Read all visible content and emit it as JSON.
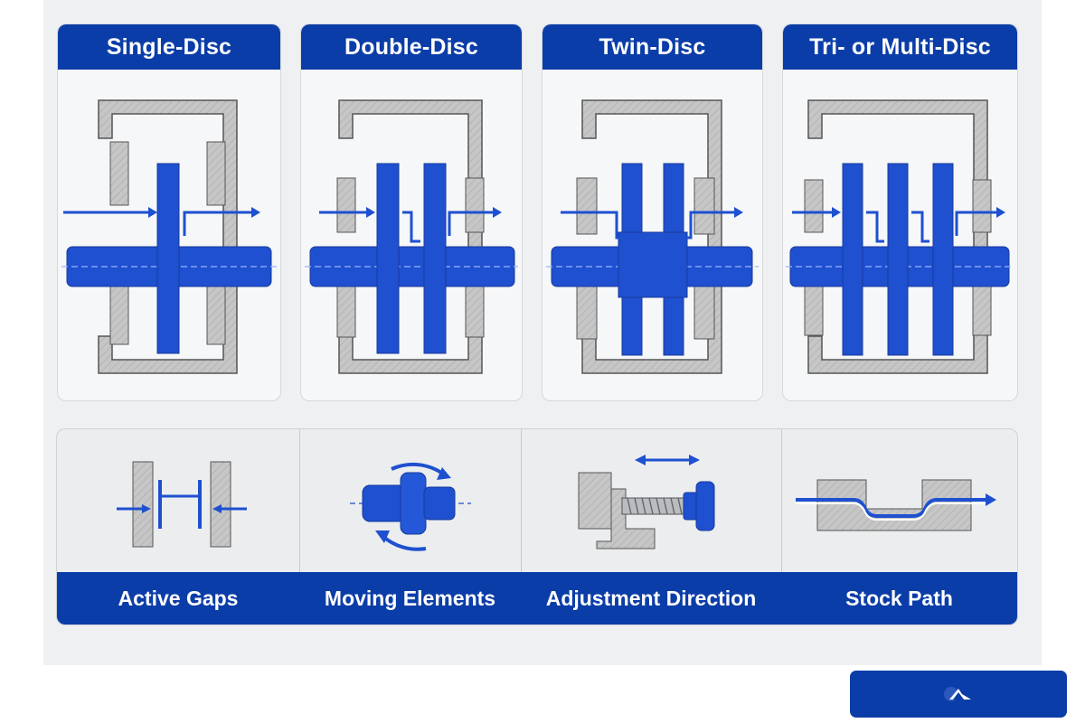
{
  "colors": {
    "brand_blue": "#0b3da8",
    "part_blue": "#1e50d0",
    "housing_gray": "#c4c4c4",
    "panel_bg": "#eff0f2"
  },
  "configurations": [
    {
      "title": "Single-Disc",
      "disc_count": 1
    },
    {
      "title": "Double-Disc",
      "disc_count": 2
    },
    {
      "title": "Twin-Disc",
      "disc_count": 2
    },
    {
      "title": "Tri- or Multi-Disc",
      "disc_count": 3
    }
  ],
  "legend": [
    {
      "label": "Active Gaps",
      "icon": "active-gaps-icon"
    },
    {
      "label": "Moving Elements",
      "icon": "rotating-shaft-icon"
    },
    {
      "label": "Adjustment Direction",
      "icon": "adjustment-screw-icon"
    },
    {
      "label": "Stock Path",
      "icon": "stock-path-icon"
    }
  ],
  "brand_button": {
    "icon": "brand-logo-icon"
  }
}
